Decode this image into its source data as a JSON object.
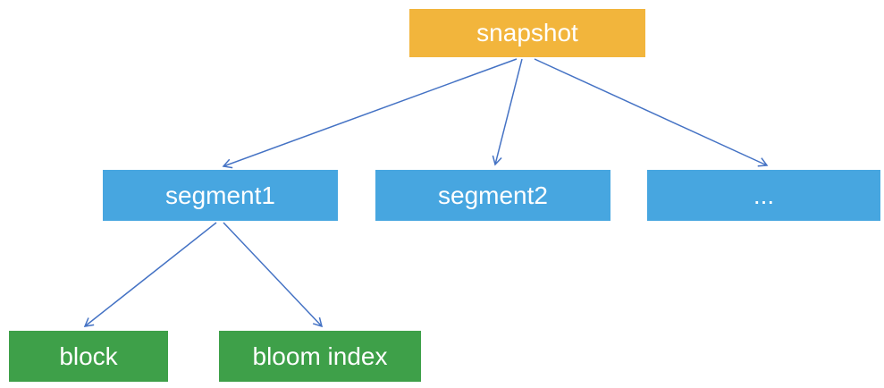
{
  "diagram": {
    "type": "tree",
    "nodes": {
      "snapshot": {
        "label": "snapshot",
        "level": 0
      },
      "segment1": {
        "label": "segment1",
        "level": 1
      },
      "segment2": {
        "label": "segment2",
        "level": 1
      },
      "segment_more": {
        "label": "...",
        "level": 1
      },
      "block": {
        "label": "block",
        "level": 2
      },
      "bloom_index": {
        "label": "bloom index",
        "level": 2
      }
    },
    "edges": [
      {
        "from": "snapshot",
        "to": "segment1"
      },
      {
        "from": "snapshot",
        "to": "segment2"
      },
      {
        "from": "snapshot",
        "to": "segment_more"
      },
      {
        "from": "segment1",
        "to": "block"
      },
      {
        "from": "segment1",
        "to": "bloom_index"
      }
    ],
    "colors": {
      "snapshot_fill": "#F2B53C",
      "segment_fill": "#47A6E0",
      "leaf_fill": "#3EA049",
      "arrow": "#4472C4",
      "text": "#FFFFFF"
    }
  }
}
